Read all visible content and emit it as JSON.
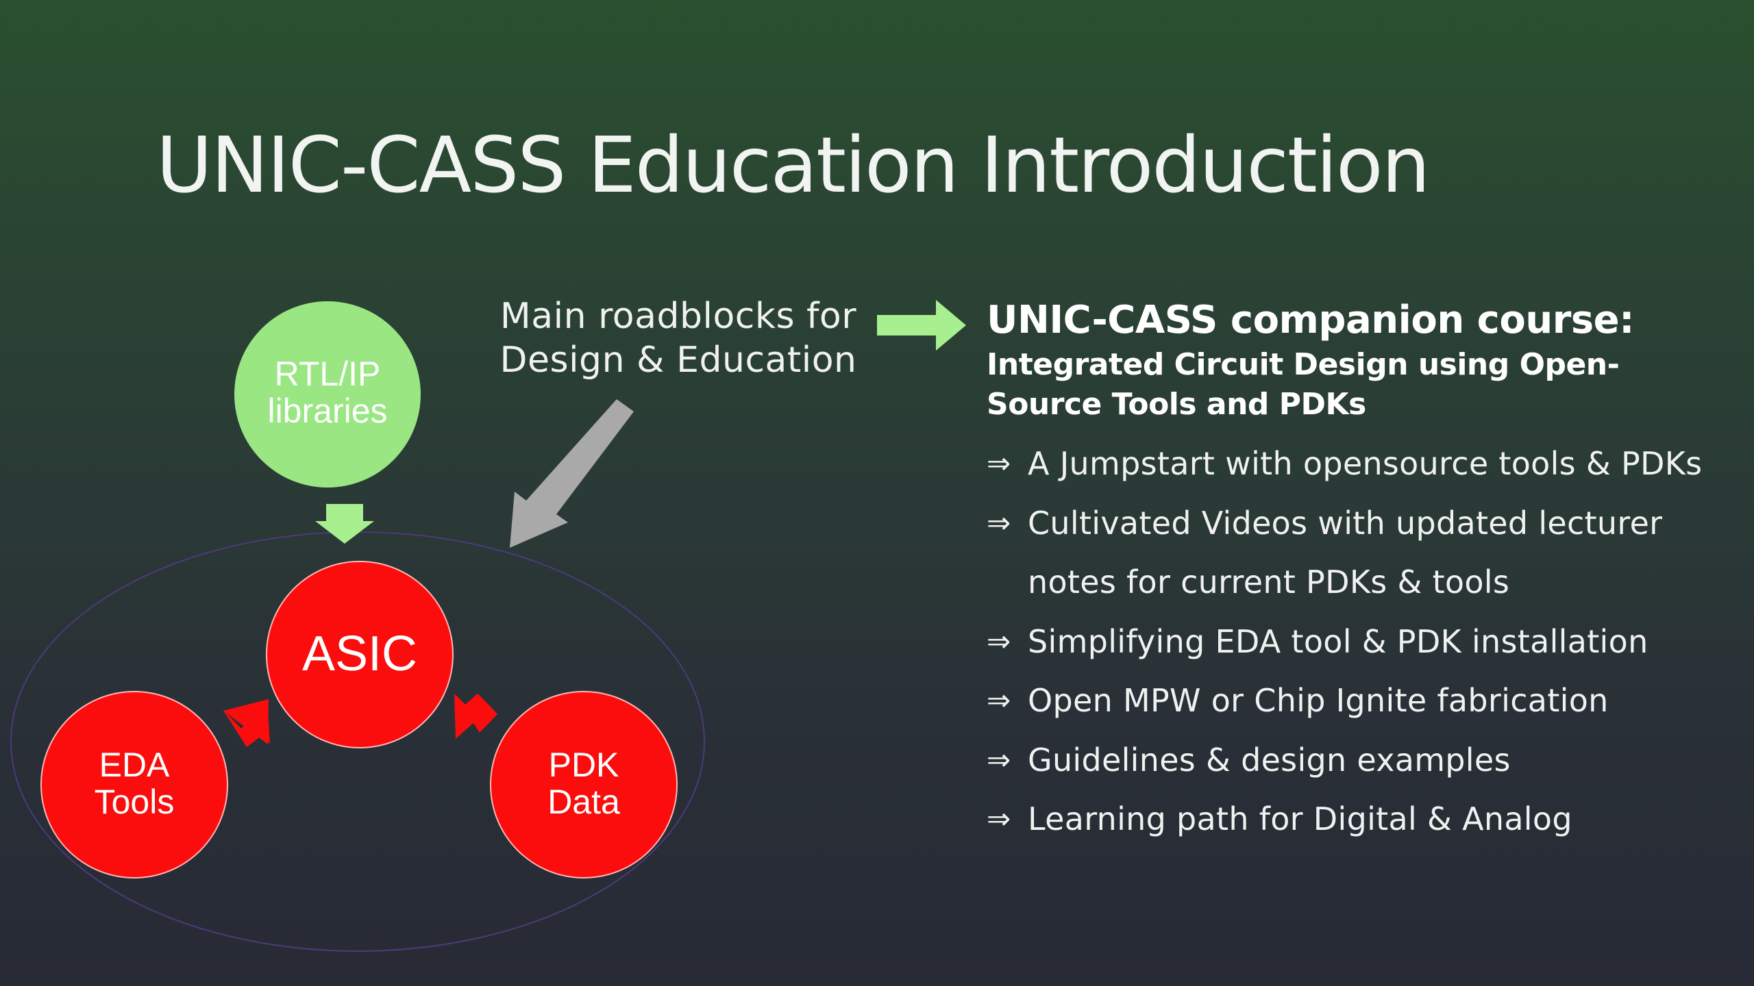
{
  "slide": {
    "title": "UNIC-CASS Education Introduction"
  },
  "diagram": {
    "top_circle": {
      "line1": "RTL/IP",
      "line2": "libraries",
      "color": "#99e683"
    },
    "center_circle": {
      "label": "ASIC",
      "color": "#fb0d0d"
    },
    "left_circle": {
      "line1": "EDA",
      "line2": "Tools",
      "color": "#fb0d0d"
    },
    "right_circle": {
      "line1": "PDK",
      "line2": "Data",
      "color": "#fb0d0d"
    },
    "roadblocks_line1": "Main roadblocks for",
    "roadblocks_line2": "Design & Education",
    "green_arrow_color": "#a8ef90",
    "gray_arrow_color": "#a9a9a9",
    "red_arrow_color": "#fb0d0d"
  },
  "course": {
    "heading": "UNIC-CASS companion course:",
    "subheading": "Integrated Circuit Design using Open-Source Tools and PDKs",
    "bullet_icon": "double-right-arrow-icon",
    "bullet_glyph": "⇒",
    "bullets": [
      "A Jumpstart with opensource tools & PDKs",
      "Cultivated Videos with updated lecturer notes for current PDKs & tools",
      "Simplifying EDA tool & PDK installation",
      "Open MPW or Chip Ignite fabrication",
      "Guidelines & design examples",
      "Learning path for Digital & Analog"
    ]
  }
}
